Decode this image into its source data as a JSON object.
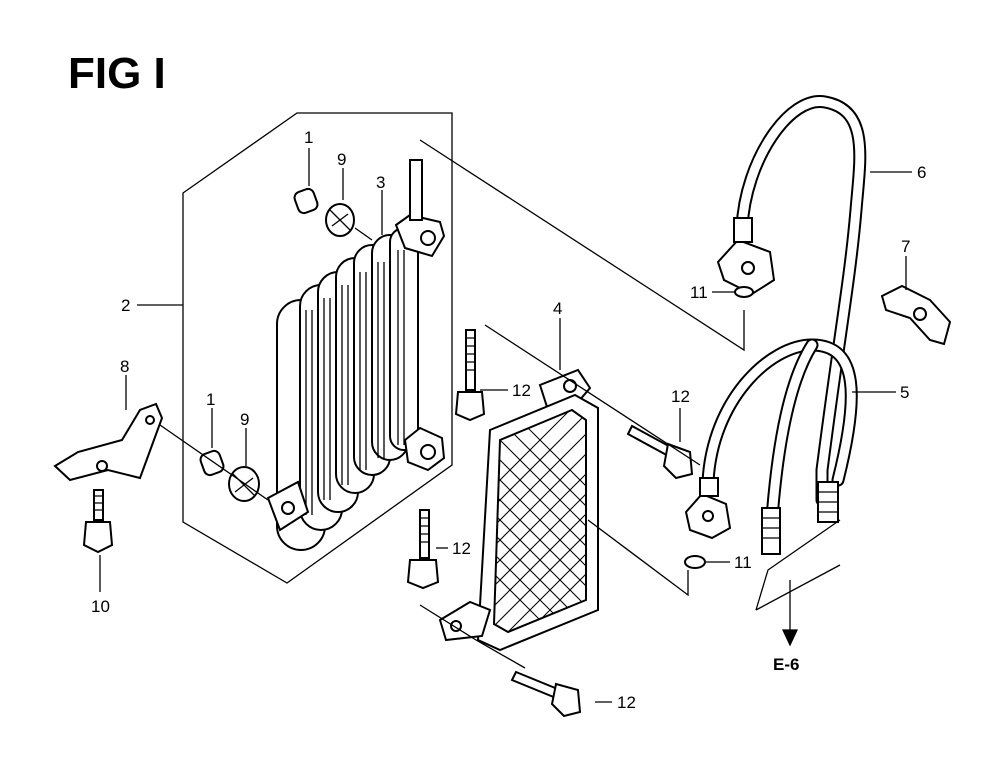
{
  "figure_title": "FIG I",
  "cross_reference": "E-6",
  "callouts": {
    "c1a": "1",
    "c9a": "9",
    "c3": "3",
    "c2": "2",
    "c8": "8",
    "c1b": "1",
    "c9b": "9",
    "c10": "10",
    "c12a": "12",
    "c12b": "12",
    "c12c": "12",
    "c12d": "12",
    "c4": "4",
    "c6": "6",
    "c7": "7",
    "c11a": "11",
    "c11b": "11",
    "c5": "5"
  }
}
